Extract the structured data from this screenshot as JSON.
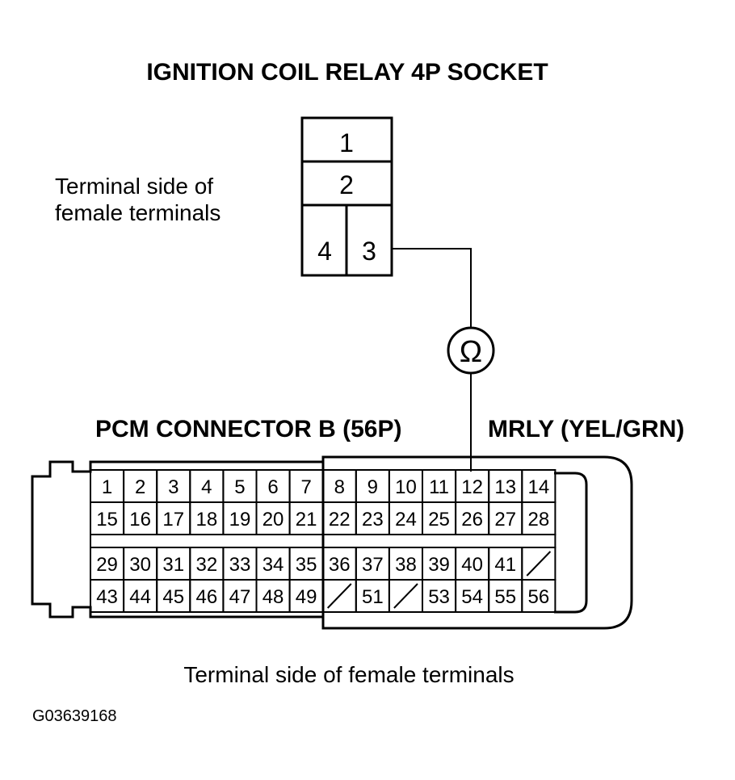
{
  "relay_socket": {
    "title": "IGNITION COIL RELAY 4P SOCKET",
    "side_label_line1": "Terminal side of",
    "side_label_line2": "female terminals",
    "terminals": [
      "1",
      "2",
      "4",
      "3"
    ]
  },
  "meter": {
    "symbol": "Ω"
  },
  "pcm_connector": {
    "title": "PCM CONNECTOR B (56P)",
    "wire_label": "MRLY (YEL/GRN)",
    "side_label": "Terminal side of female terminals",
    "rows": [
      [
        "1",
        "2",
        "3",
        "4",
        "5",
        "6",
        "7",
        "8",
        "9",
        "10",
        "11",
        "12",
        "13",
        "14"
      ],
      [
        "15",
        "16",
        "17",
        "18",
        "19",
        "20",
        "21",
        "22",
        "23",
        "24",
        "25",
        "26",
        "27",
        "28"
      ],
      [
        "29",
        "30",
        "31",
        "32",
        "33",
        "34",
        "35",
        "36",
        "37",
        "38",
        "39",
        "40",
        "41",
        ""
      ],
      [
        "43",
        "44",
        "45",
        "46",
        "47",
        "48",
        "49",
        "",
        "51",
        "",
        "53",
        "54",
        "55",
        "56"
      ]
    ],
    "probe_terminal": "12"
  },
  "figure_id": "G03639168"
}
